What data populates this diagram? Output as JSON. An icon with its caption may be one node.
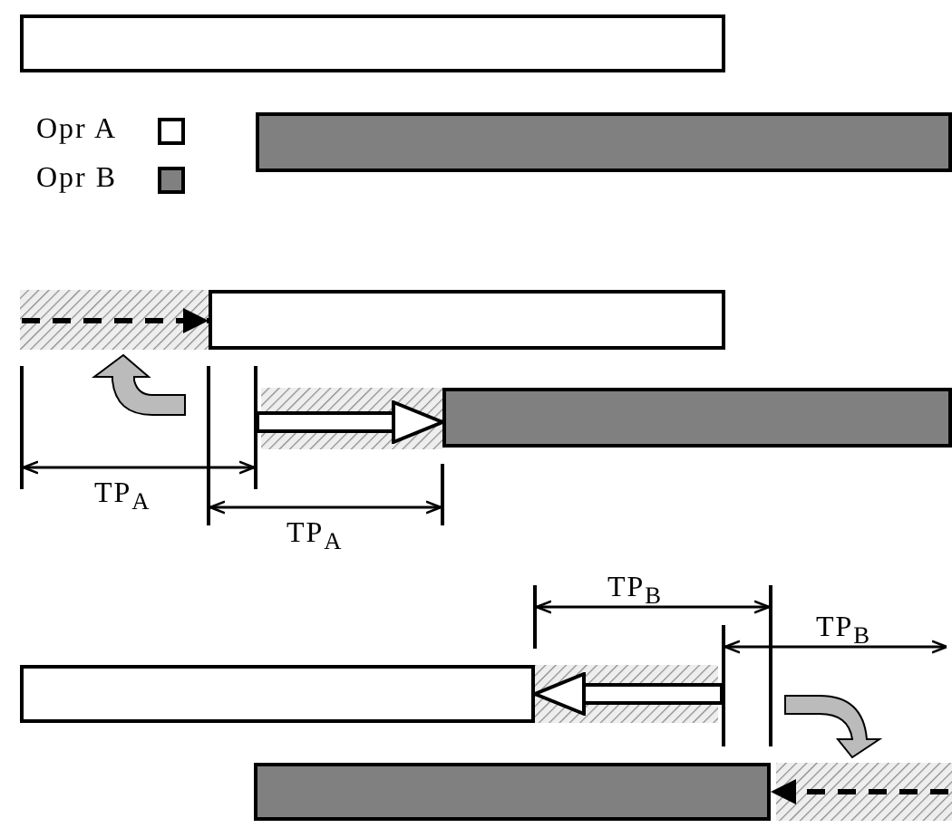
{
  "diagram": {
    "nodes": [
      {
        "text": [],
        "shape": "bar"
      },
      {
        "text": [],
        "shape": "bar"
      },
      {
        "text": [],
        "shape": "bar"
      },
      {
        "text": [],
        "shape": "bar"
      },
      {
        "text": [],
        "shape": "bar"
      },
      {
        "text": [],
        "shape": "bar"
      }
    ],
    "edges": [
      {
        "from": null,
        "to": 2,
        "arrow": "to",
        "style": "dashed"
      },
      {
        "from": null,
        "to": 3,
        "arrow": "to",
        "style": "thick"
      },
      {
        "from": null,
        "to": 4,
        "arrow": "to",
        "style": "thick"
      },
      {
        "from": null,
        "to": 5,
        "arrow": "to",
        "style": "dashed"
      }
    ],
    "labels": [
      "TP$_{A}$",
      "TP$_{A}$",
      "TP$_{B}$",
      "TP$_{B}$"
    ],
    "legend": [
      {
        "text": "Opr A",
        "color": "#ffffff"
      },
      {
        "text": "Opr B",
        "color": "#808080"
      }
    ]
  }
}
